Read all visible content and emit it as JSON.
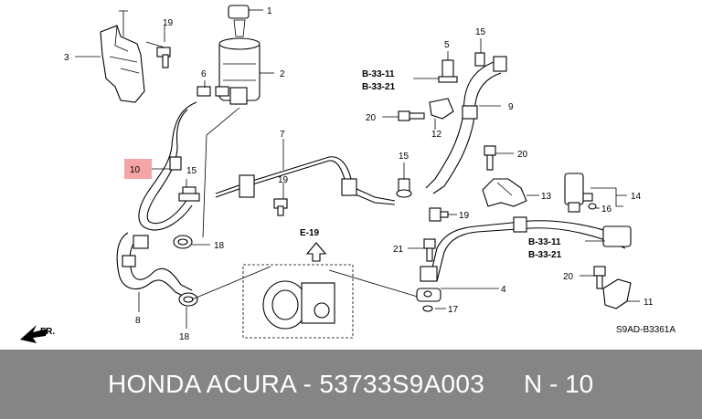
{
  "labels": {
    "p1": "1",
    "p2": "2",
    "p3": "3",
    "p4": "4",
    "p5": "5",
    "p6": "6",
    "p7": "7",
    "p8": "8",
    "p9": "9",
    "p10": "10",
    "p11": "11",
    "p12": "12",
    "p13": "13",
    "p14": "14",
    "p15a": "15",
    "p15b": "15",
    "p15c": "15",
    "p16": "16",
    "p17": "17",
    "p18a": "18",
    "p18b": "18",
    "p19a": "19",
    "p19b": "19",
    "p19c": "19",
    "p20a": "20",
    "p20b": "20",
    "p20c": "20",
    "p21": "21"
  },
  "refs": {
    "r1a": "B-33-11",
    "r1b": "B-33-21",
    "r2a": "B-33-11",
    "r2b": "B-33-21",
    "e19": "E-19",
    "fr": "FR.",
    "code": "S9AD-B3361A"
  },
  "colors": {
    "highlight": "#f4a6a6",
    "footer": "#858585"
  },
  "footer": {
    "title": "HONDA ACURA - 53733S9A003",
    "page": "N - 10"
  }
}
